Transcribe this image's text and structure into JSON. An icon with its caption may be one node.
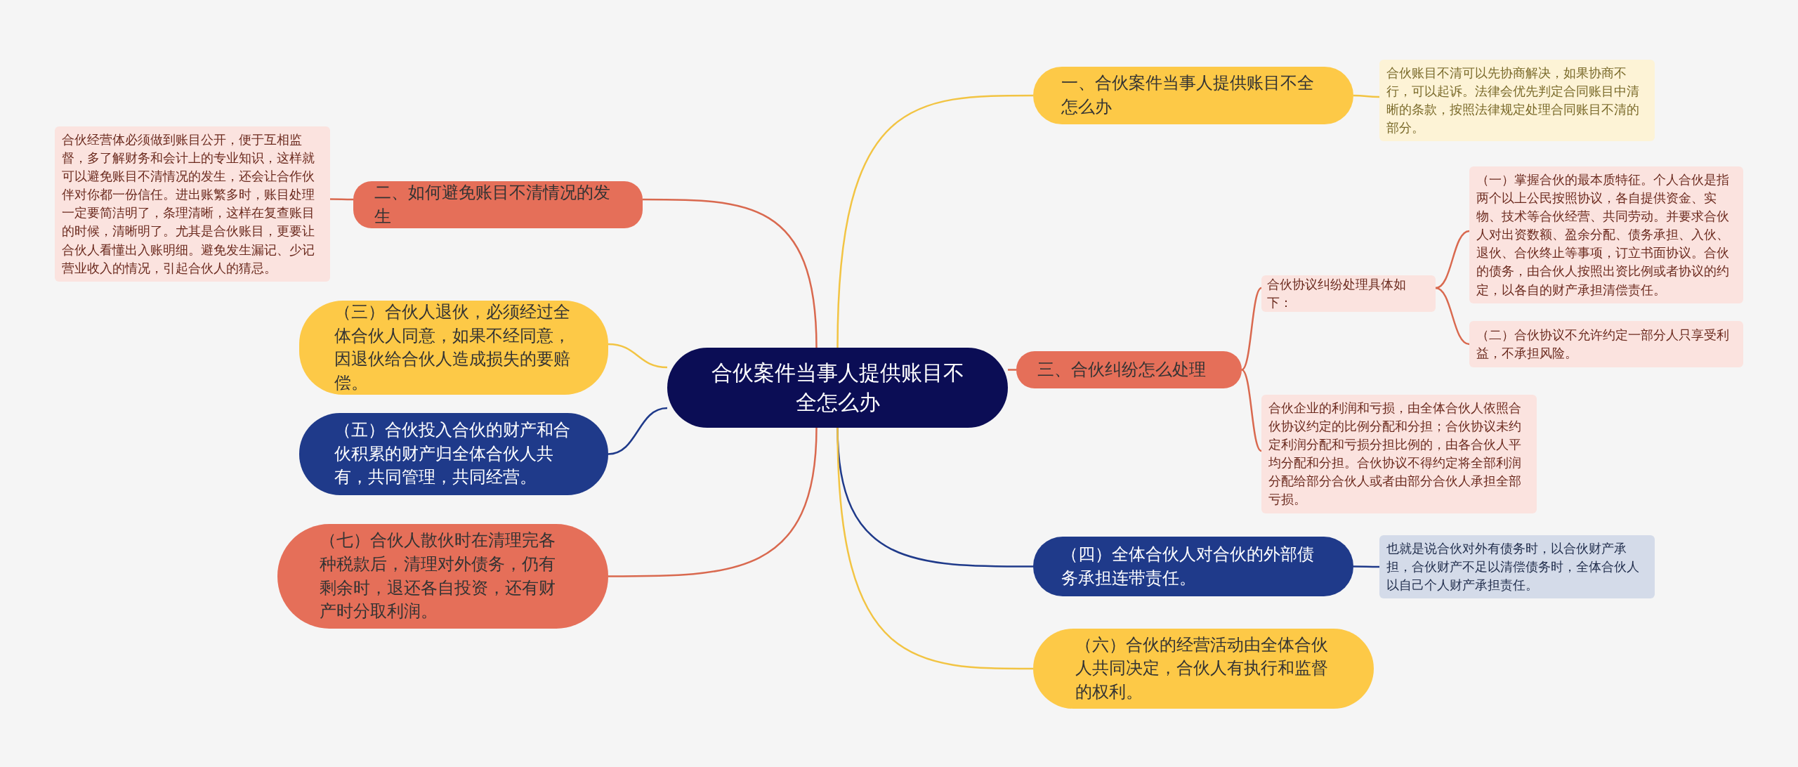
{
  "diagram": {
    "nodes": [
      {
        "text": [
          "合伙案件当事人提供账目不全怎么办"
        ]
      },
      {
        "text": [
          "一、合伙案件当事人提供账目不全怎么办"
        ]
      },
      {
        "text": [
          "合伙账目不清可以先协商解决，如果协商不行，可以起诉。法律会优先判定合同账目中清晰的条款，按照法律规定处理合同账目不清的部分。"
        ]
      },
      {
        "text": [
          "二、如何避免账目不清情况的发生"
        ]
      },
      {
        "text": [
          "合伙经营体必须做到账目公开，便于互相监督，多了解财务和会计上的专业知识，这样就可以避免账目不清情况的发生，还会让合作伙伴对你都一份信任。进出账繁多时，账目处理一定要简洁明了，条理清晰，这样在复查账目的时候，清晰明了。尤其是合伙账目，更要让合伙人看懂出入账明细。避免发生漏记、少记营业收入的情况，引起合伙人的猜忌。"
        ]
      },
      {
        "text": [
          "三、合伙纠纷怎么处理"
        ]
      },
      {
        "text": [
          "合伙协议纠纷处理具体如下："
        ]
      },
      {
        "text": [
          "（一）掌握合伙的最本质特征。个人合伙是指两个以上公民按照协议，各自提供资金、实物、技术等合伙经营、共同劳动。并要求合伙人对出资数额、盈余分配、债务承担、入伙、退伙、合伙终止等事项，订立书面协议。合伙的债务，由合伙人按照出资比例或者协议的约定，以各自的财产承担清偿责任。"
        ]
      },
      {
        "text": [
          "（二）合伙协议不允许约定一部分人只享受利益，不承担风险。"
        ]
      },
      {
        "text": [
          "合伙企业的利润和亏损，由全体合伙人依照合伙协议约定的比例分配和分担；合伙协议未约定利润分配和亏损分担比例的，由各合伙人平均分配和分担。合伙协议不得约定将全部利润分配给部分合伙人或者由部分合伙人承担全部亏损。"
        ]
      },
      {
        "text": [
          "（三）合伙人退伙，必须经过全体合伙人同意，如果不经同意，因退伙给合伙人造成损失的要赔偿。"
        ]
      },
      {
        "text": [
          "（五）合伙投入合伙的财产和合伙积累的财产归全体合伙人共有，共同管理，共同经营。"
        ]
      },
      {
        "text": [
          "（七）合伙人散伙时在清理完各种税款后，清理对外债务，仍有剩余时，退还各自投资，还有财产时分取利润。"
        ]
      },
      {
        "text": [
          "（四）全体合伙人对合伙的外部债务承担连带责任。"
        ]
      },
      {
        "text": [
          "也就是说合伙对外有债务时，以合伙财产承担，合伙财产不足以清偿债务时，全体合伙人以自己个人财产承担责任。"
        ]
      },
      {
        "text": [
          "（六）合伙的经营活动由全体合伙人共同决定，合伙人有执行和监督的权利。"
        ]
      }
    ],
    "edges": [
      {
        "from": 0,
        "to": 1,
        "arrow": "none",
        "color": "#f2c443"
      },
      {
        "from": 1,
        "to": 2,
        "arrow": "none",
        "color": "#f2c443"
      },
      {
        "from": 0,
        "to": 3,
        "arrow": "none"
      },
      {
        "from": 3,
        "to": 4,
        "arrow": "none"
      },
      {
        "from": 0,
        "to": 5,
        "arrow": "none"
      },
      {
        "from": 5,
        "to": 6,
        "arrow": "none"
      },
      {
        "from": 6,
        "to": 7,
        "arrow": "none"
      },
      {
        "from": 6,
        "to": 8,
        "arrow": "none"
      },
      {
        "from": 5,
        "to": 9,
        "arrow": "none"
      },
      {
        "from": 0,
        "to": 10,
        "arrow": "none",
        "color": "#f2c443"
      },
      {
        "from": 0,
        "to": 11,
        "arrow": "none",
        "color": "#1f3a8a"
      },
      {
        "from": 0,
        "to": 12,
        "arrow": "none"
      },
      {
        "from": 0,
        "to": 13,
        "arrow": "none",
        "color": "#1f3a8a"
      },
      {
        "from": 13,
        "to": 14,
        "arrow": "none",
        "color": "#1f3a8a"
      },
      {
        "from": 0,
        "to": 15,
        "arrow": "none",
        "color": "#f2c443"
      }
    ]
  }
}
